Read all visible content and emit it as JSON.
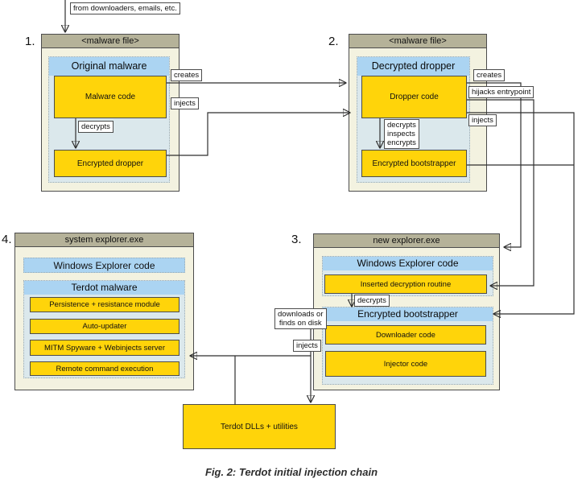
{
  "caption": "Fig. 2: Terdot initial injection chain",
  "colors": {
    "outer_box_fill": "#f3f2e0",
    "outer_box_header": "#b5b299",
    "inner_header_blue": "#abd4f2",
    "inner_body_blue": "#dbe8ec",
    "module_yellow": "#ffd40a",
    "line_color": "#2e2e2e",
    "label_bg": "#ffffff"
  },
  "boxes": {
    "box1": {
      "number": "1.",
      "title": "<malware file>",
      "inner_title": "Original malware",
      "items": [
        "Malware code",
        "Encrypted dropper"
      ]
    },
    "box2": {
      "number": "2.",
      "title": "<malware file>",
      "inner_title": "Decrypted dropper",
      "items": [
        "Dropper code",
        "Encrypted bootstrapper"
      ]
    },
    "box3": {
      "number": "3.",
      "title": "new explorer.exe",
      "sections": [
        {
          "title": "Windows Explorer code",
          "items": [
            "Inserted decryption routine"
          ]
        },
        {
          "title": "Encrypted bootstrapper",
          "items": [
            "Downloader code",
            "Injector code"
          ]
        }
      ]
    },
    "box4": {
      "number": "4.",
      "title": "system explorer.exe",
      "plain_section": "Windows Explorer code",
      "section_title": "Terdot malware",
      "items": [
        "Persistence + resistance module",
        "Auto-updater",
        "MITM Spyware + Webinjects server",
        "Remote command execution"
      ]
    },
    "dll_box": {
      "label": "Terdot DLLs + utilities"
    }
  },
  "edge_labels": {
    "entry": "from downloaders, emails, etc.",
    "creates_1_2": "creates",
    "injects_1_2": "injects",
    "decrypts_box1": "decrypts",
    "creates_2_3": "creates",
    "hijacks_entrypoint": "hijacks entrypoint",
    "injects_2_3": "injects",
    "dropper_actions": [
      "decrypts",
      "inspects",
      "encrypts"
    ],
    "decrypts_box3": "decrypts",
    "downloads_lines": [
      "downloads or",
      "finds on disk"
    ],
    "injects_3_4": "injects"
  }
}
